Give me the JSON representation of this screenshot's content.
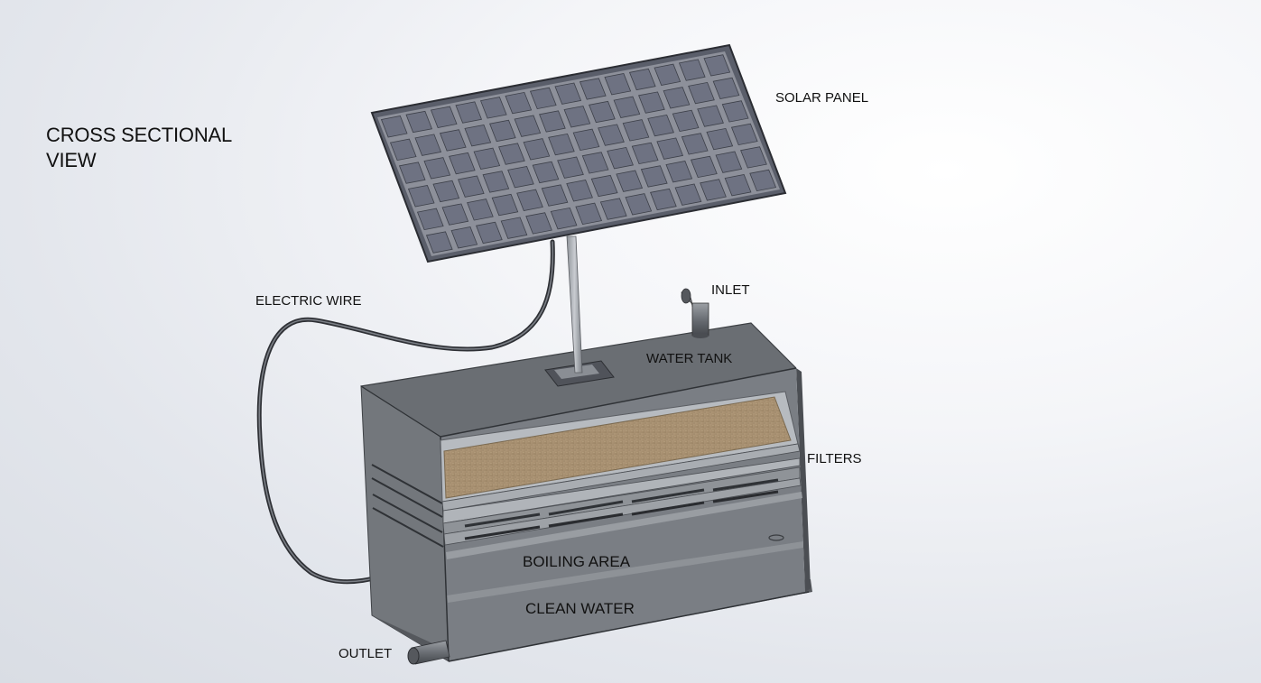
{
  "title": {
    "line1": "CROSS SECTIONAL",
    "line2": "VIEW"
  },
  "labels": {
    "solar_panel": "SOLAR PANEL",
    "electric_wire": "ELECTRIC WIRE",
    "inlet": "INLET",
    "water_tank": "WATER TANK",
    "filters": "FILTERS",
    "boiling_area": "BOILING AREA",
    "clean_water": "CLEAN WATER",
    "outlet": "OUTLET"
  },
  "colors": {
    "panel_cell": "#6e7282",
    "panel_frame": "#4a4d58",
    "box_body": "#73777c",
    "box_dark": "#5d6166",
    "sand": "#a89274",
    "filter_plate": "#9a9ea3"
  }
}
